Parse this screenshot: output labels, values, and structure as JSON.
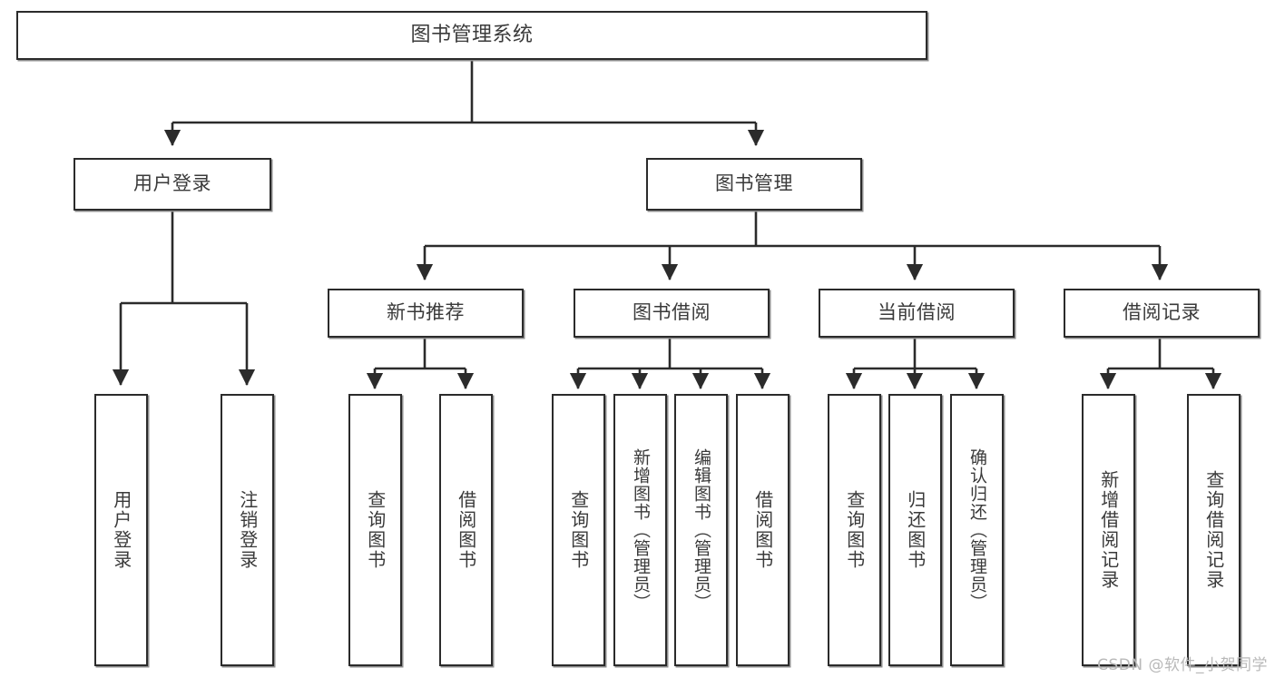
{
  "diagram": {
    "title": "图书管理系统",
    "watermark": "CSDN @软件_小贺同学",
    "colors": {
      "box_border": "#2b2b2b",
      "box_fill": "#ffffff",
      "box_shadow": "#8e8e8e",
      "edge": "#2b2b2b",
      "text": "#3a3a3a",
      "watermark": "#b9b9b9",
      "background": "#ffffff"
    },
    "nodes": {
      "root": {
        "label": "图书管理系统"
      },
      "level2": [
        {
          "label": "用户登录"
        },
        {
          "label": "图书管理"
        }
      ],
      "level3": [
        {
          "label": "新书推荐"
        },
        {
          "label": "图书借阅"
        },
        {
          "label": "当前借阅"
        },
        {
          "label": "借阅记录"
        }
      ],
      "leaves": {
        "user_login": [
          {
            "label": "用户登录"
          },
          {
            "label": "注销登录"
          }
        ],
        "new_book_recommend": [
          {
            "label": "查询图书"
          },
          {
            "label": "借阅图书"
          }
        ],
        "book_borrow": [
          {
            "label": "查询图书"
          },
          {
            "label": "新增图书（管理员）"
          },
          {
            "label": "编辑图书（管理员）"
          },
          {
            "label": "借阅图书"
          }
        ],
        "current_borrow": [
          {
            "label": "查询图书"
          },
          {
            "label": "归还图书"
          },
          {
            "label": "确认归还（管理员）"
          }
        ],
        "borrow_record": [
          {
            "label": "新增借阅记录"
          },
          {
            "label": "查询借阅记录"
          }
        ]
      }
    }
  }
}
